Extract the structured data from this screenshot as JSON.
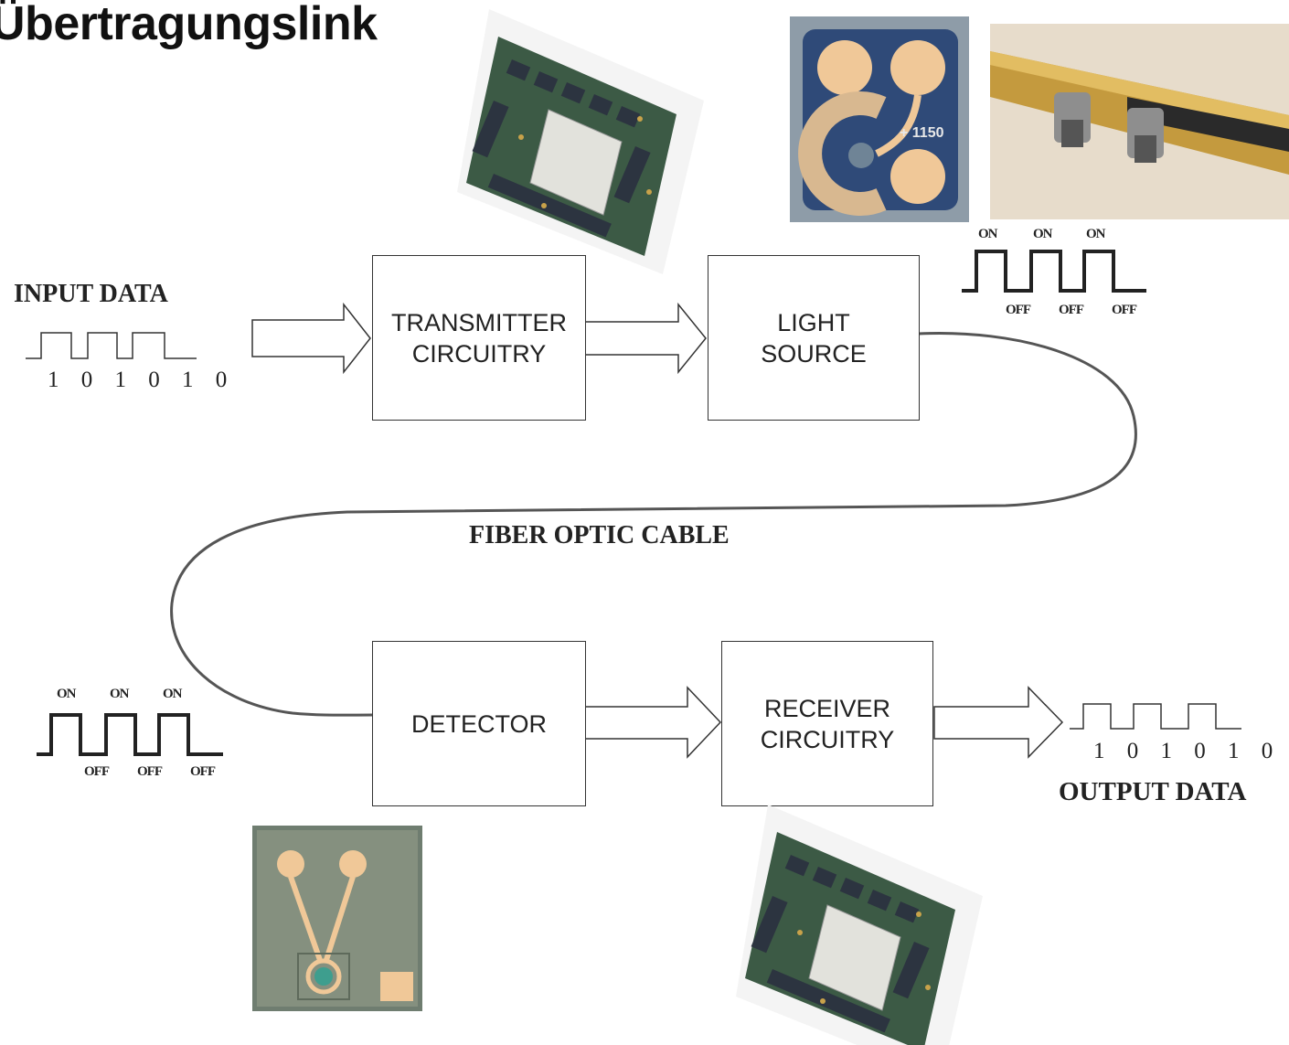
{
  "title": "Übertragungslink",
  "blocks": {
    "transmitter": "TRANSMITTER\nCIRCUITRY",
    "light_source": "LIGHT\nSOURCE",
    "detector": "DETECTOR",
    "receiver": "RECEIVER\nCIRCUITRY"
  },
  "labels": {
    "input_data": "INPUT DATA",
    "output_data": "OUTPUT DATA",
    "fiber_optic_cable": "FIBER OPTIC CABLE",
    "input_bits": "1 0 1 0 1 0",
    "output_bits": "1 0 1 0 1 0",
    "on": "ON",
    "off": "OFF"
  },
  "photos": {
    "led_chip_label": "+ 1150"
  }
}
